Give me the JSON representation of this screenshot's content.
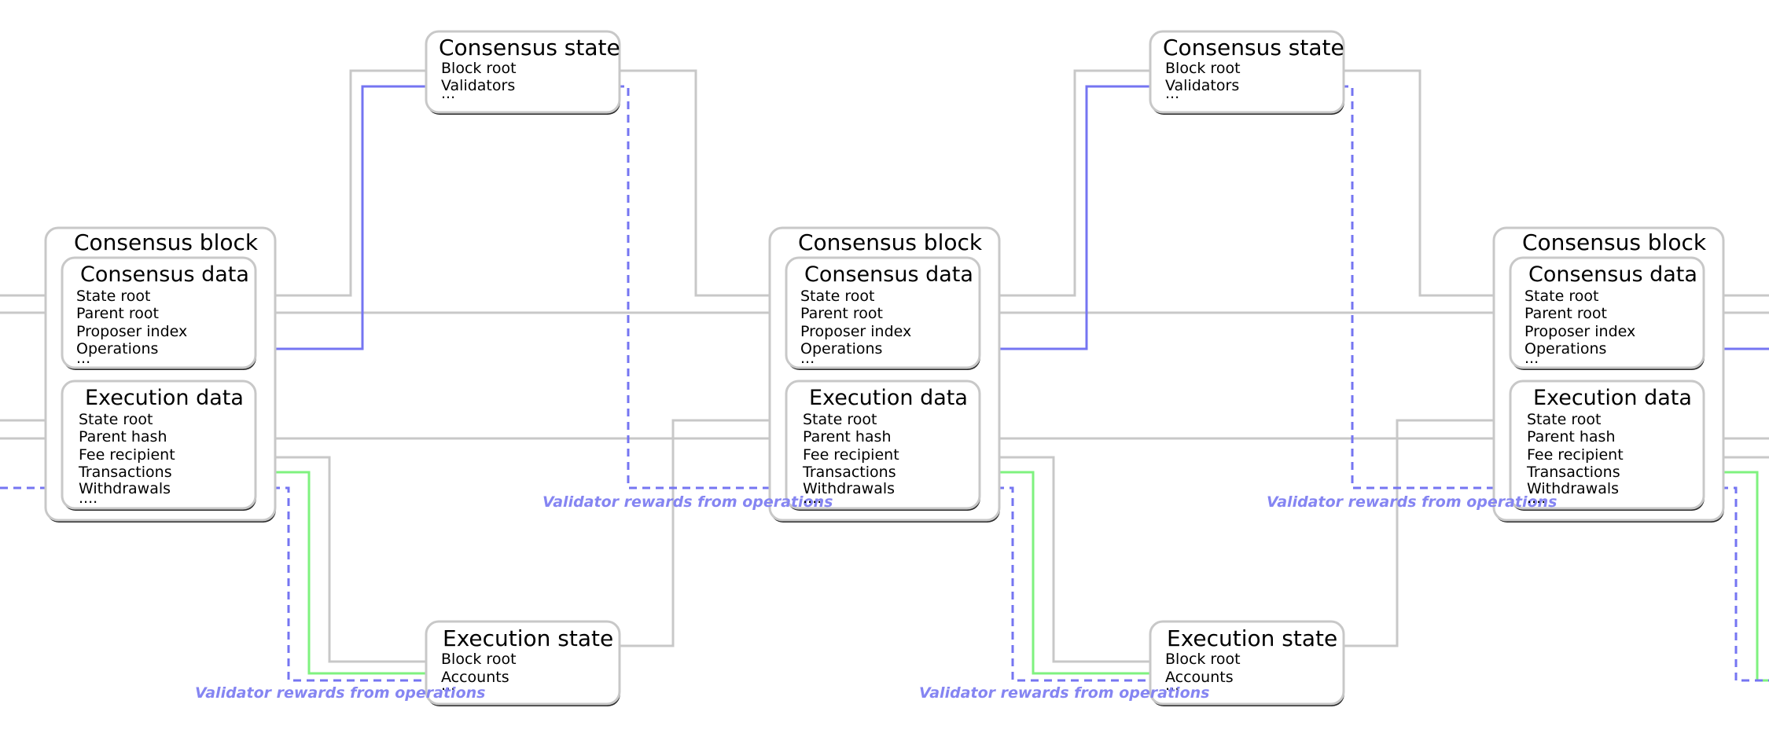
{
  "labels": {
    "consensus_block": "Consensus block",
    "consensus_data": "Consensus data",
    "execution_data": "Execution data",
    "consensus_state": "Consensus state",
    "execution_state": "Execution state",
    "state_root": "State root",
    "parent_root": "Parent root",
    "proposer_index": "Proposer index",
    "operations": "Operations",
    "parent_hash": "Parent hash",
    "fee_recipient": "Fee recipient",
    "transactions": "Transactions",
    "withdrawals": "Withdrawals",
    "block_root": "Block root",
    "validators": "Validators",
    "accounts": "Accounts",
    "ellipsis": "...",
    "ellipsis4": "....",
    "rewards_note": "Validator rewards from operations"
  },
  "colors": {
    "box_border": "#c8c8c8",
    "state_flow": "#c8c8c8",
    "operations_flow": "#7575f2",
    "transactions_flow": "#7ff27f",
    "note_text": "#8585f2"
  }
}
